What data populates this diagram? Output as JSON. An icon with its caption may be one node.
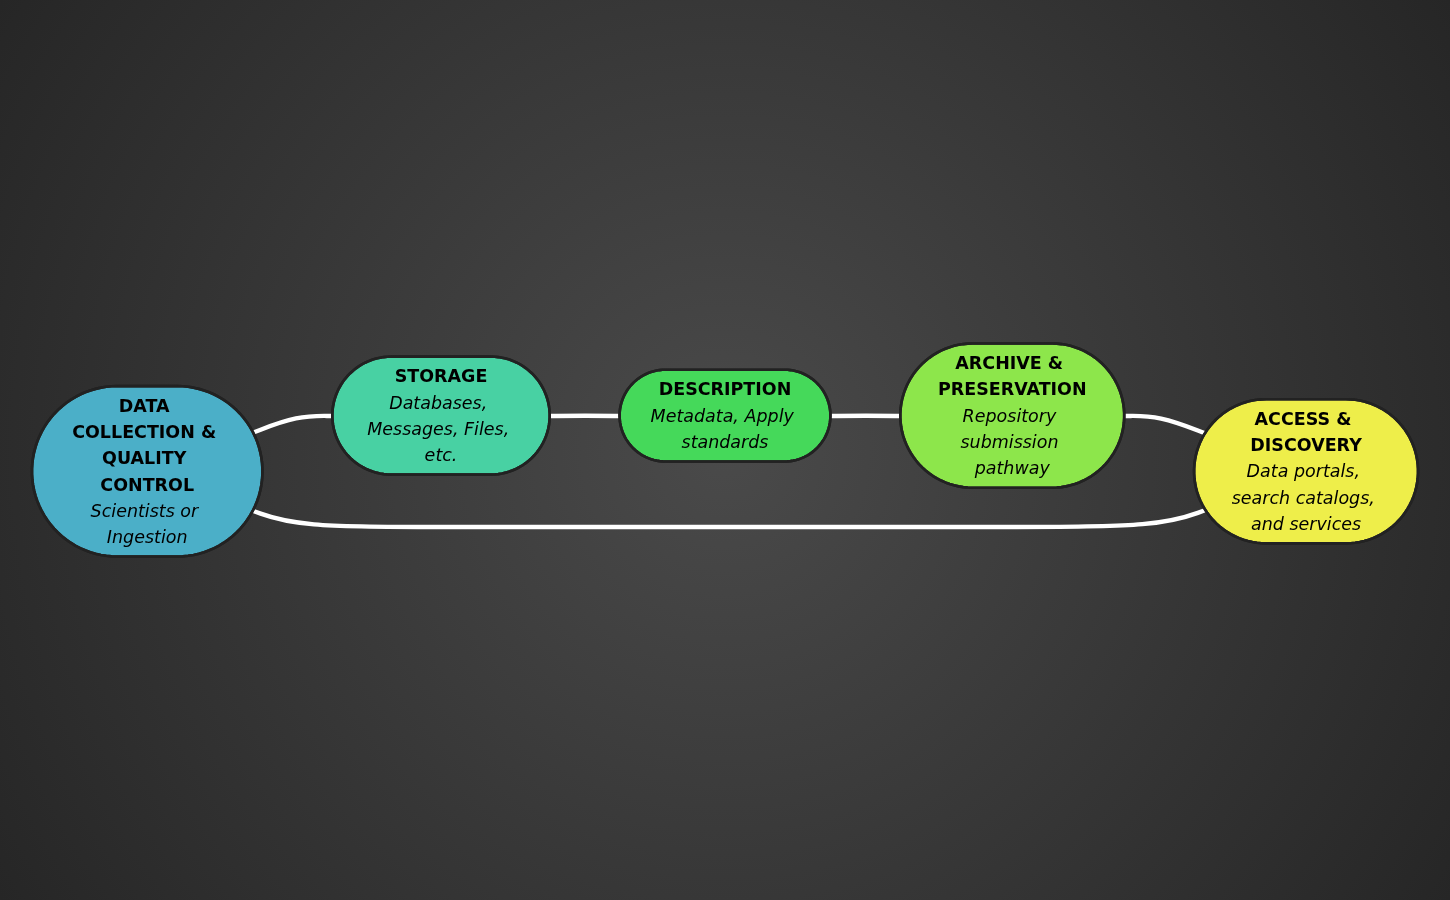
{
  "diagram": {
    "nodes": [
      {
        "text": [
          "DATA COLLECTION & QUALITY CONTROL",
          "Scientists or Ingestion"
        ]
      },
      {
        "text": [
          "STORAGE",
          "Databases, Messages, Files, etc."
        ]
      },
      {
        "text": [
          "DESCRIPTION",
          "Metadata, Apply standards"
        ]
      },
      {
        "text": [
          "ARCHIVE & PRESERVATION",
          "Repository submission pathway"
        ]
      },
      {
        "text": [
          "ACCESS & DISCOVERY",
          "Data portals, search catalogs, and services"
        ]
      }
    ],
    "edges": [
      {
        "from": 0,
        "to": 1,
        "arrow": "none"
      },
      {
        "from": 1,
        "to": 2,
        "arrow": "none"
      },
      {
        "from": 2,
        "to": 3,
        "arrow": "none"
      },
      {
        "from": 3,
        "to": 4,
        "arrow": "none"
      },
      {
        "from": 4,
        "to": 0,
        "arrow": "none"
      }
    ]
  }
}
